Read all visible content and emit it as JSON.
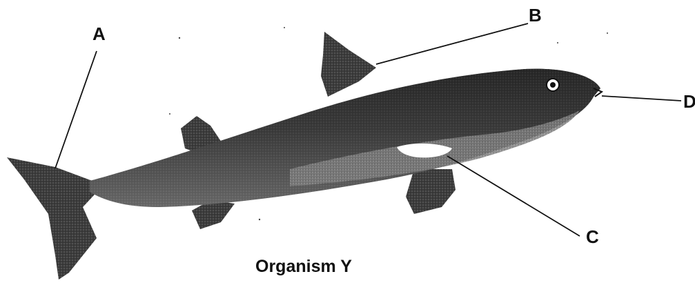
{
  "labels": {
    "a": "A",
    "b": "B",
    "c": "C",
    "d": "D"
  },
  "caption": "Organism Y",
  "colors": {
    "body_dark": "#1a1a1a",
    "body_mid": "#4a4a4a",
    "belly_light": "#9a9a9a",
    "fin": "#3a3a3a",
    "line": "#111111"
  }
}
